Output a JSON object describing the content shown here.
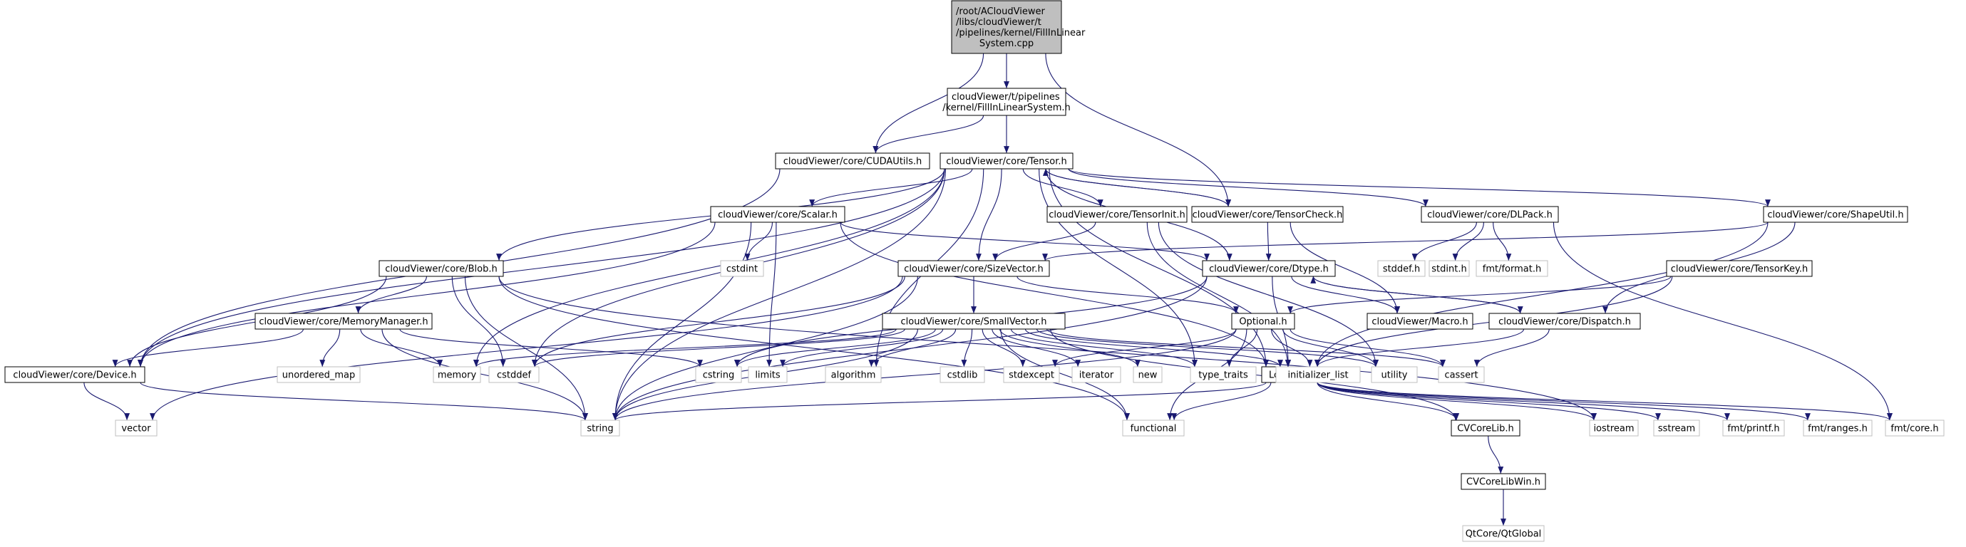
{
  "title": "Include dependency graph for FillInLinearSystem.cpp",
  "colors": {
    "edge": "#191970",
    "root_fill": "#bfbfbf",
    "node_border": "#000000",
    "external_border": "#bfbfbf"
  },
  "nodes": [
    {
      "id": "root",
      "lines": [
        "/root/ACloudViewer",
        "/libs/cloudViewer/t",
        "/pipelines/kernel/FillInLinear",
        "System.cpp"
      ],
      "kind": "root"
    },
    {
      "id": "fils",
      "lines": [
        "cloudViewer/t/pipelines",
        "/kernel/FillInLinearSystem.h"
      ],
      "kind": "doc"
    },
    {
      "id": "cuda",
      "lines": [
        "cloudViewer/core/CUDAUtils.h"
      ],
      "kind": "doc"
    },
    {
      "id": "tensor",
      "lines": [
        "cloudViewer/core/Tensor.h"
      ],
      "kind": "doc"
    },
    {
      "id": "scalar",
      "lines": [
        "cloudViewer/core/Scalar.h"
      ],
      "kind": "doc"
    },
    {
      "id": "tinit",
      "lines": [
        "cloudViewer/core/TensorInit.h"
      ],
      "kind": "doc"
    },
    {
      "id": "tcheck",
      "lines": [
        "cloudViewer/core/TensorCheck.h"
      ],
      "kind": "doc"
    },
    {
      "id": "dlpack",
      "lines": [
        "cloudViewer/core/DLPack.h"
      ],
      "kind": "doc"
    },
    {
      "id": "shapeutil",
      "lines": [
        "cloudViewer/core/ShapeUtil.h"
      ],
      "kind": "doc"
    },
    {
      "id": "blob",
      "lines": [
        "cloudViewer/core/Blob.h"
      ],
      "kind": "doc"
    },
    {
      "id": "sizevec",
      "lines": [
        "cloudViewer/core/SizeVector.h"
      ],
      "kind": "doc"
    },
    {
      "id": "dtype",
      "lines": [
        "cloudViewer/core/Dtype.h"
      ],
      "kind": "doc"
    },
    {
      "id": "tkey",
      "lines": [
        "cloudViewer/core/TensorKey.h"
      ],
      "kind": "doc"
    },
    {
      "id": "memmgr",
      "lines": [
        "cloudViewer/core/MemoryManager.h"
      ],
      "kind": "doc"
    },
    {
      "id": "smallvec",
      "lines": [
        "cloudViewer/core/SmallVector.h"
      ],
      "kind": "doc"
    },
    {
      "id": "optional",
      "lines": [
        "Optional.h"
      ],
      "kind": "doc"
    },
    {
      "id": "macro",
      "lines": [
        "cloudViewer/Macro.h"
      ],
      "kind": "doc"
    },
    {
      "id": "dispatch",
      "lines": [
        "cloudViewer/core/Dispatch.h"
      ],
      "kind": "doc"
    },
    {
      "id": "device",
      "lines": [
        "cloudViewer/core/Device.h"
      ],
      "kind": "doc"
    },
    {
      "id": "logging",
      "lines": [
        "Logging.h"
      ],
      "kind": "doc"
    },
    {
      "id": "cvcore",
      "lines": [
        "CVCoreLib.h"
      ],
      "kind": "doc"
    },
    {
      "id": "cvcorewin",
      "lines": [
        "CVCoreLibWin.h"
      ],
      "kind": "doc"
    },
    {
      "id": "cstdint",
      "lines": [
        "cstdint"
      ],
      "kind": "ext"
    },
    {
      "id": "stddef",
      "lines": [
        "stddef.h"
      ],
      "kind": "ext"
    },
    {
      "id": "stdint",
      "lines": [
        "stdint.h"
      ],
      "kind": "ext"
    },
    {
      "id": "fmtformat",
      "lines": [
        "fmt/format.h"
      ],
      "kind": "ext"
    },
    {
      "id": "unordered_map",
      "lines": [
        "unordered_map"
      ],
      "kind": "ext"
    },
    {
      "id": "memory",
      "lines": [
        "memory"
      ],
      "kind": "ext"
    },
    {
      "id": "cstddef",
      "lines": [
        "cstddef"
      ],
      "kind": "ext"
    },
    {
      "id": "cstring",
      "lines": [
        "cstring"
      ],
      "kind": "ext"
    },
    {
      "id": "limits",
      "lines": [
        "limits"
      ],
      "kind": "ext"
    },
    {
      "id": "algorithm",
      "lines": [
        "algorithm"
      ],
      "kind": "ext"
    },
    {
      "id": "cstdlib",
      "lines": [
        "cstdlib"
      ],
      "kind": "ext"
    },
    {
      "id": "stdexcept",
      "lines": [
        "stdexcept"
      ],
      "kind": "ext"
    },
    {
      "id": "iterator",
      "lines": [
        "iterator"
      ],
      "kind": "ext"
    },
    {
      "id": "new",
      "lines": [
        "new"
      ],
      "kind": "ext"
    },
    {
      "id": "type_traits",
      "lines": [
        "type_traits"
      ],
      "kind": "ext"
    },
    {
      "id": "initializer_list",
      "lines": [
        "initializer_list"
      ],
      "kind": "ext"
    },
    {
      "id": "utility",
      "lines": [
        "utility"
      ],
      "kind": "ext"
    },
    {
      "id": "cassert",
      "lines": [
        "cassert"
      ],
      "kind": "ext"
    },
    {
      "id": "vector",
      "lines": [
        "vector"
      ],
      "kind": "ext"
    },
    {
      "id": "string",
      "lines": [
        "string"
      ],
      "kind": "ext"
    },
    {
      "id": "functional",
      "lines": [
        "functional"
      ],
      "kind": "ext"
    },
    {
      "id": "iostream",
      "lines": [
        "iostream"
      ],
      "kind": "ext"
    },
    {
      "id": "sstream",
      "lines": [
        "sstream"
      ],
      "kind": "ext"
    },
    {
      "id": "fmtprintf",
      "lines": [
        "fmt/printf.h"
      ],
      "kind": "ext"
    },
    {
      "id": "fmtranges",
      "lines": [
        "fmt/ranges.h"
      ],
      "kind": "ext"
    },
    {
      "id": "fmtcore",
      "lines": [
        "fmt/core.h"
      ],
      "kind": "ext"
    },
    {
      "id": "qtglobal",
      "lines": [
        "QtCore/QtGlobal"
      ],
      "kind": "ext"
    }
  ],
  "edges": [
    [
      "root",
      "fils"
    ],
    [
      "root",
      "cuda"
    ],
    [
      "root",
      "tcheck"
    ],
    [
      "fils",
      "tensor"
    ],
    [
      "fils",
      "cuda"
    ],
    [
      "cuda",
      "device"
    ],
    [
      "tensor",
      "scalar"
    ],
    [
      "tensor",
      "tinit"
    ],
    [
      "tensor",
      "tcheck"
    ],
    [
      "tensor",
      "dlpack"
    ],
    [
      "tensor",
      "shapeutil"
    ],
    [
      "tensor",
      "blob"
    ],
    [
      "tensor",
      "sizevec"
    ],
    [
      "tensor",
      "dtype"
    ],
    [
      "tensor",
      "device"
    ],
    [
      "tensor",
      "logging"
    ],
    [
      "tensor",
      "memory"
    ],
    [
      "tensor",
      "cstddef"
    ],
    [
      "tensor",
      "algorithm"
    ],
    [
      "tensor",
      "type_traits"
    ],
    [
      "tensor",
      "string"
    ],
    [
      "scalar",
      "cstdint"
    ],
    [
      "scalar",
      "limits"
    ],
    [
      "scalar",
      "string"
    ],
    [
      "scalar",
      "dtype"
    ],
    [
      "scalar",
      "logging"
    ],
    [
      "scalar",
      "device"
    ],
    [
      "tinit",
      "sizevec"
    ],
    [
      "tinit",
      "utility"
    ],
    [
      "tinit",
      "initializer_list"
    ],
    [
      "tcheck",
      "tensor"
    ],
    [
      "tcheck",
      "dtype"
    ],
    [
      "tcheck",
      "macro"
    ],
    [
      "dlpack",
      "stddef"
    ],
    [
      "dlpack",
      "stdint"
    ],
    [
      "dlpack",
      "fmtformat"
    ],
    [
      "dlpack",
      "fmtcore"
    ],
    [
      "shapeutil",
      "sizevec"
    ],
    [
      "shapeutil",
      "dispatch"
    ],
    [
      "shapeutil",
      "logging"
    ],
    [
      "blob",
      "memmgr"
    ],
    [
      "blob",
      "device"
    ],
    [
      "blob",
      "cstddef"
    ],
    [
      "blob",
      "string"
    ],
    [
      "blob",
      "functional"
    ],
    [
      "blob",
      "iostream"
    ],
    [
      "sizevec",
      "smallvec"
    ],
    [
      "sizevec",
      "optional"
    ],
    [
      "sizevec",
      "cstddef"
    ],
    [
      "sizevec",
      "string"
    ],
    [
      "sizevec",
      "vector"
    ],
    [
      "dtype",
      "macro"
    ],
    [
      "dtype",
      "dispatch"
    ],
    [
      "dtype",
      "logging"
    ],
    [
      "dtype",
      "string"
    ],
    [
      "dtype",
      "cstring"
    ],
    [
      "tkey",
      "optional"
    ],
    [
      "tkey",
      "logging"
    ],
    [
      "memmgr",
      "device"
    ],
    [
      "memmgr",
      "unordered_map"
    ],
    [
      "memmgr",
      "memory"
    ],
    [
      "memmgr",
      "string"
    ],
    [
      "memmgr",
      "cstring"
    ],
    [
      "smallvec",
      "cstddef"
    ],
    [
      "smallvec",
      "memory"
    ],
    [
      "smallvec",
      "cstring"
    ],
    [
      "smallvec",
      "limits"
    ],
    [
      "smallvec",
      "algorithm"
    ],
    [
      "smallvec",
      "cstdlib"
    ],
    [
      "smallvec",
      "stdexcept"
    ],
    [
      "smallvec",
      "iterator"
    ],
    [
      "smallvec",
      "new"
    ],
    [
      "smallvec",
      "type_traits"
    ],
    [
      "smallvec",
      "initializer_list"
    ],
    [
      "smallvec",
      "utility"
    ],
    [
      "smallvec",
      "cassert"
    ],
    [
      "smallvec",
      "functional"
    ],
    [
      "smallvec",
      "string"
    ],
    [
      "smallvec",
      "cvcore"
    ],
    [
      "optional",
      "stdexcept"
    ],
    [
      "optional",
      "type_traits"
    ],
    [
      "optional",
      "initializer_list"
    ],
    [
      "optional",
      "utility"
    ],
    [
      "optional",
      "cassert"
    ],
    [
      "optional",
      "functional"
    ],
    [
      "optional",
      "string"
    ],
    [
      "dispatch",
      "dtype"
    ],
    [
      "dispatch",
      "logging"
    ],
    [
      "dispatch",
      "cassert"
    ],
    [
      "device",
      "vector"
    ],
    [
      "device",
      "string"
    ],
    [
      "logging",
      "cvcore"
    ],
    [
      "logging",
      "string"
    ],
    [
      "logging",
      "functional"
    ],
    [
      "logging",
      "iostream"
    ],
    [
      "logging",
      "sstream"
    ],
    [
      "logging",
      "fmtprintf"
    ],
    [
      "logging",
      "fmtranges"
    ],
    [
      "logging",
      "fmtcore"
    ],
    [
      "cvcore",
      "cvcorewin"
    ],
    [
      "cvcorewin",
      "qtglobal"
    ]
  ]
}
